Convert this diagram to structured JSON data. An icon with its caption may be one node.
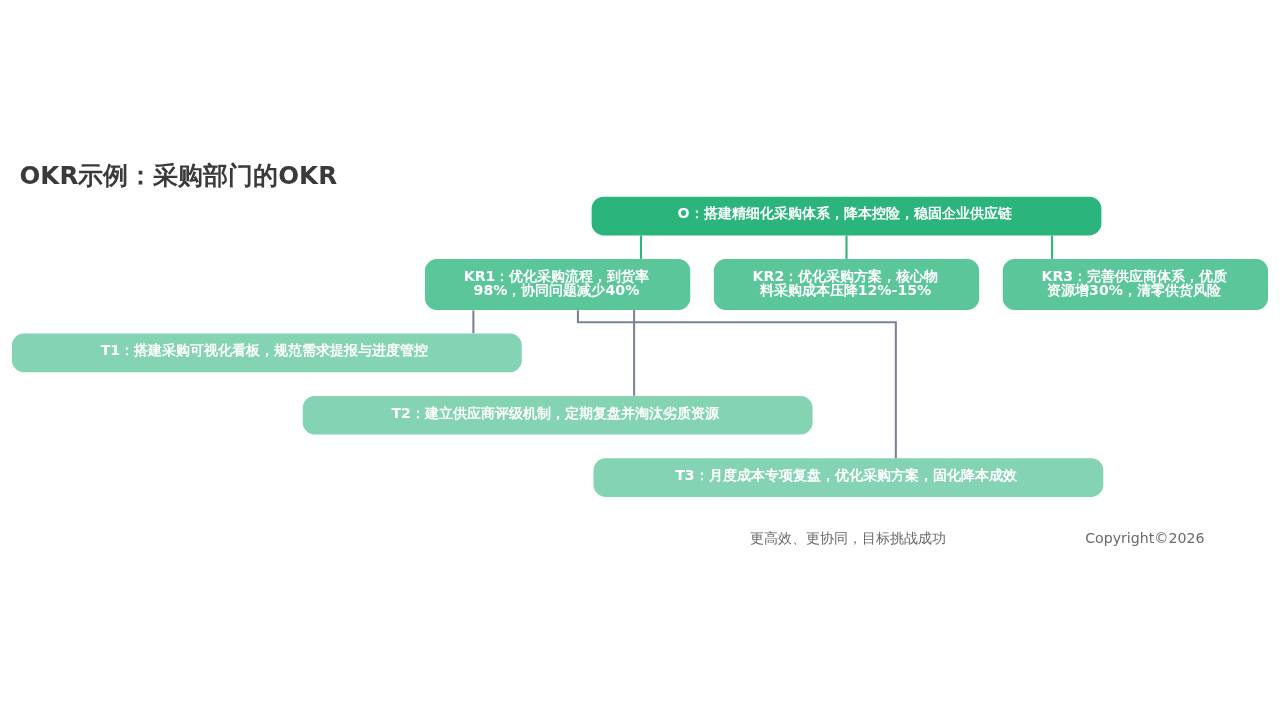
{
  "diagram": {
    "title": "OKR示例：采购部门的OKR",
    "nodes": [
      {
        "text": [
          "O：搭建精细化采购体系，降本控险，稳固企业供应链"
        ]
      },
      {
        "text": [
          "KR1：优化采购流程，到货率98%，协同问题减少40%"
        ]
      },
      {
        "text": [
          "KR2：优化采购方案，核心物料采购成本压降12%-15%"
        ]
      },
      {
        "text": [
          "KR3：完善供应商体系，优质资源增30%，清零供货风险"
        ]
      },
      {
        "text": [
          "T1：搭建采购可视化看板，规范需求提报与进度管控"
        ]
      },
      {
        "text": [
          "T2：建立供应商评级机制，定期复盘并淘汰劣质资源"
        ]
      },
      {
        "text": [
          "T3：月度成本专项复盘，优化采购方案，固化降本成效"
        ]
      }
    ],
    "edges": [
      {
        "from": 0,
        "to": 1,
        "arrow": "none"
      },
      {
        "from": 0,
        "to": 2,
        "arrow": "none"
      },
      {
        "from": 0,
        "to": 3,
        "arrow": "none"
      },
      {
        "from": 1,
        "to": 4,
        "arrow": "none",
        "color": "#7a8294"
      },
      {
        "from": 1,
        "to": 5,
        "arrow": "none",
        "color": "#7a8294"
      },
      {
        "from": 1,
        "to": 6,
        "arrow": "none",
        "color": "#7a8294"
      }
    ],
    "labels": [
      "更高效、更协同，目标挑战成功",
      "Copyright©2026"
    ]
  }
}
